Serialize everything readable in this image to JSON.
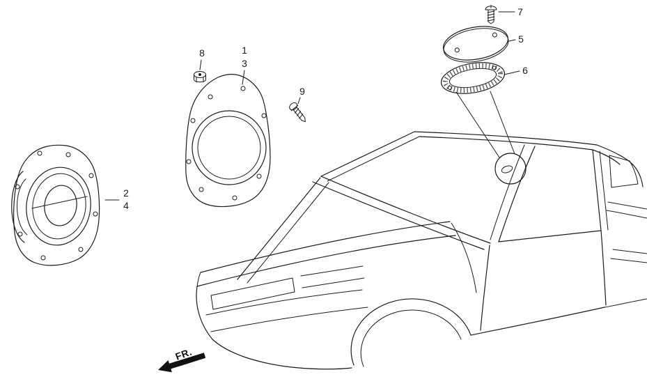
{
  "diagram": {
    "colors": {
      "line": "#1a1a1a",
      "background": "#ffffff"
    },
    "fr_label": "FR.",
    "callouts": {
      "c1": "1",
      "c2": "2",
      "c3": "3",
      "c4": "4",
      "c5": "5",
      "c6": "6",
      "c7": "7",
      "c8": "8",
      "c9": "9"
    }
  }
}
